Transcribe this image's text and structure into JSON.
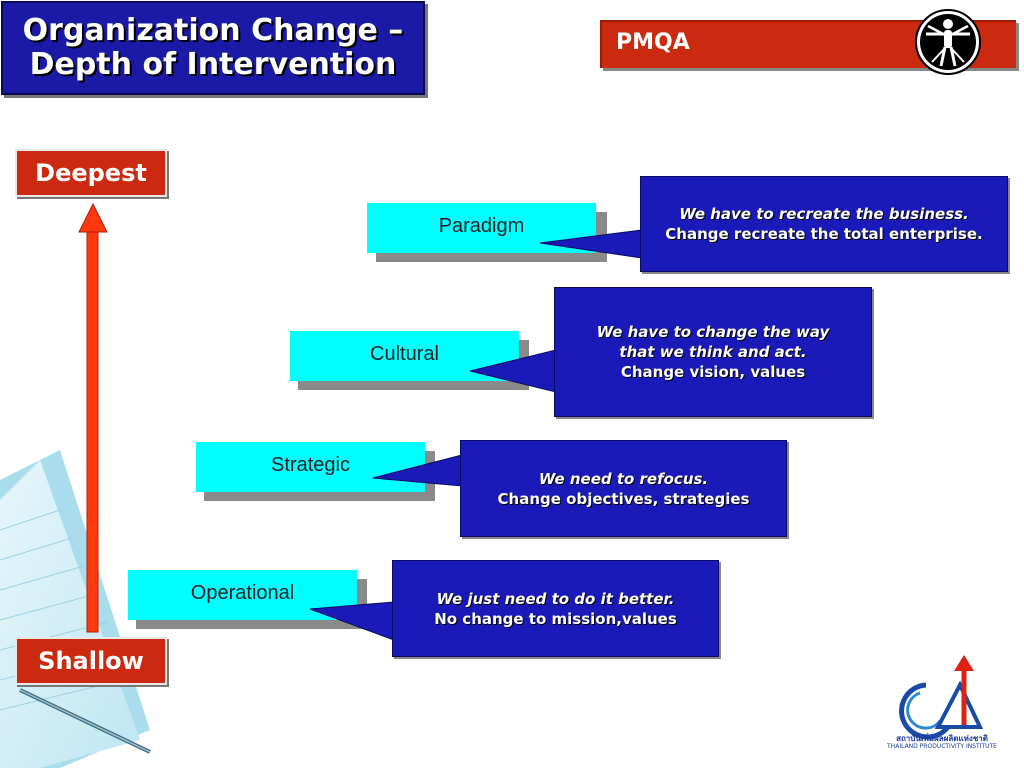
{
  "title": {
    "line1": "Organization Change –",
    "line2": "Depth of Intervention"
  },
  "banner": {
    "label": "PMQA",
    "logo_icon": "vitruvian-man-icon"
  },
  "depth_labels": {
    "top": "Deepest",
    "bottom": "Shallow"
  },
  "levels": [
    {
      "name": "Paradigm",
      "callout_italic": [
        "We have to recreate the business."
      ],
      "callout_bold": "Change recreate the total enterprise."
    },
    {
      "name": "Cultural",
      "callout_italic": [
        "We have to change the way",
        "that we think and act."
      ],
      "callout_bold": "Change vision, values"
    },
    {
      "name": "Strategic",
      "callout_italic": [
        "We need to refocus."
      ],
      "callout_bold": "Change objectives, strategies"
    },
    {
      "name": "Operational",
      "callout_italic": [
        "We just need to do it better."
      ],
      "callout_bold": "No change to mission,values"
    }
  ],
  "footer_logo": {
    "thai_name": "สถาบันเพิ่มผลผลิตแห่งชาติ",
    "english_name": "THAILAND PRODUCTIVITY INSTITUTE"
  },
  "colors": {
    "title_bg": "#1a1aa6",
    "banner_bg": "#cc2a10",
    "level_box": "#00ffff",
    "callout_bg": "#1a1ab8",
    "arrow": "#ff3a10"
  }
}
